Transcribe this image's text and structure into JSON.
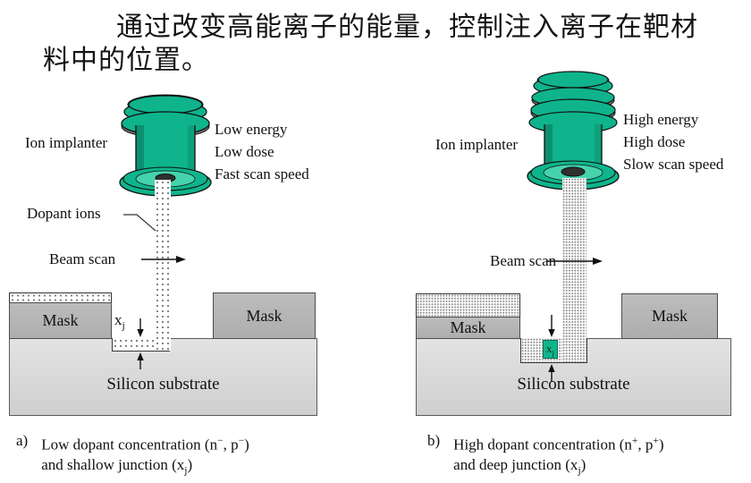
{
  "intro": {
    "line1": "通过改变高能离子的能量，控制注入离子在靶材",
    "line2": "料中的位置。"
  },
  "colors": {
    "implanter_green": "#0fb48c",
    "implanter_green_dark": "#0c8f70",
    "implanter_green_light": "#45d3ad",
    "mask_gray": "#b4b4b4",
    "substrate_gray": "#dcdcdc",
    "xj_box_green": "#0fb48c"
  },
  "diagram_a": {
    "implanter_label": "Ion implanter",
    "params": [
      "Low energy",
      "Low dose",
      "Fast scan speed"
    ],
    "dopant_label": "Dopant ions",
    "beam_scan_label": "Beam scan",
    "mask_left_label": "Mask",
    "mask_right_label": "Mask",
    "substrate_label": "Silicon substrate",
    "xj_base": "x",
    "xj_sub": "j",
    "caption_marker": "a)",
    "caption_line1_pre": "Low dopant concentration (n",
    "caption_sup1": "−",
    "caption_line1_mid": ", p",
    "caption_sup2": "−",
    "caption_line1_post": ")",
    "caption_line2_pre": "and shallow junction (x",
    "caption_sub": "j",
    "caption_line2_post": ")"
  },
  "diagram_b": {
    "implanter_label": "Ion implanter",
    "params": [
      "High energy",
      "High dose",
      "Slow scan speed"
    ],
    "beam_scan_label": "Beam scan",
    "mask_left_label": "Mask",
    "mask_right_label": "Mask",
    "substrate_label": "Silicon substrate",
    "xj_base": "x",
    "xj_sub": "j",
    "caption_marker": "b)",
    "caption_line1_pre": "High dopant concentration (n",
    "caption_sup1": "+",
    "caption_line1_mid": ", p",
    "caption_sup2": "+",
    "caption_line1_post": ")",
    "caption_line2_pre": "and deep junction (x",
    "caption_sub": "j",
    "caption_line2_post": ")"
  }
}
